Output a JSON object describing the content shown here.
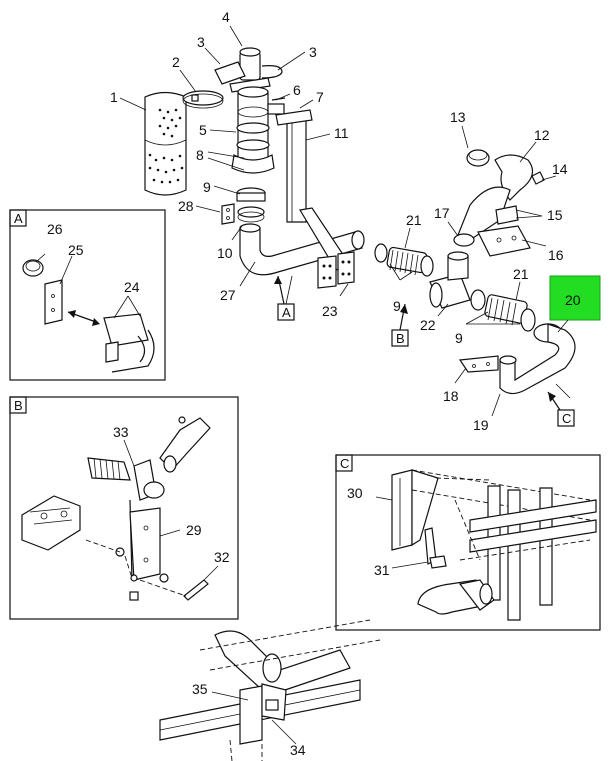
{
  "callouts": {
    "c1": "1",
    "c2": "2",
    "c3a": "3",
    "c3b": "3",
    "c4": "4",
    "c5": "5",
    "c6": "6",
    "c7": "7",
    "c8": "8",
    "c9a": "9",
    "c9b": "9",
    "c9c": "9",
    "c10": "10",
    "c11": "11",
    "c12": "12",
    "c13": "13",
    "c14": "14",
    "c15": "15",
    "c16": "16",
    "c17": "17",
    "c18": "18",
    "c19": "19",
    "c20": "20",
    "c21a": "21",
    "c21b": "21",
    "c22": "22",
    "c23": "23",
    "c24": "24",
    "c25": "25",
    "c26": "26",
    "c27": "27",
    "c28": "28",
    "c29": "29",
    "c30": "30",
    "c31": "31",
    "c32": "32",
    "c33": "33",
    "c34": "34",
    "c35": "35"
  },
  "view_refs": {
    "a_main": "A",
    "b_main": "B",
    "c_main": "C",
    "a_box": "A",
    "b_box": "B",
    "c_box": "C"
  },
  "colors": {
    "highlight": "#22dd22",
    "line": "#111111"
  }
}
